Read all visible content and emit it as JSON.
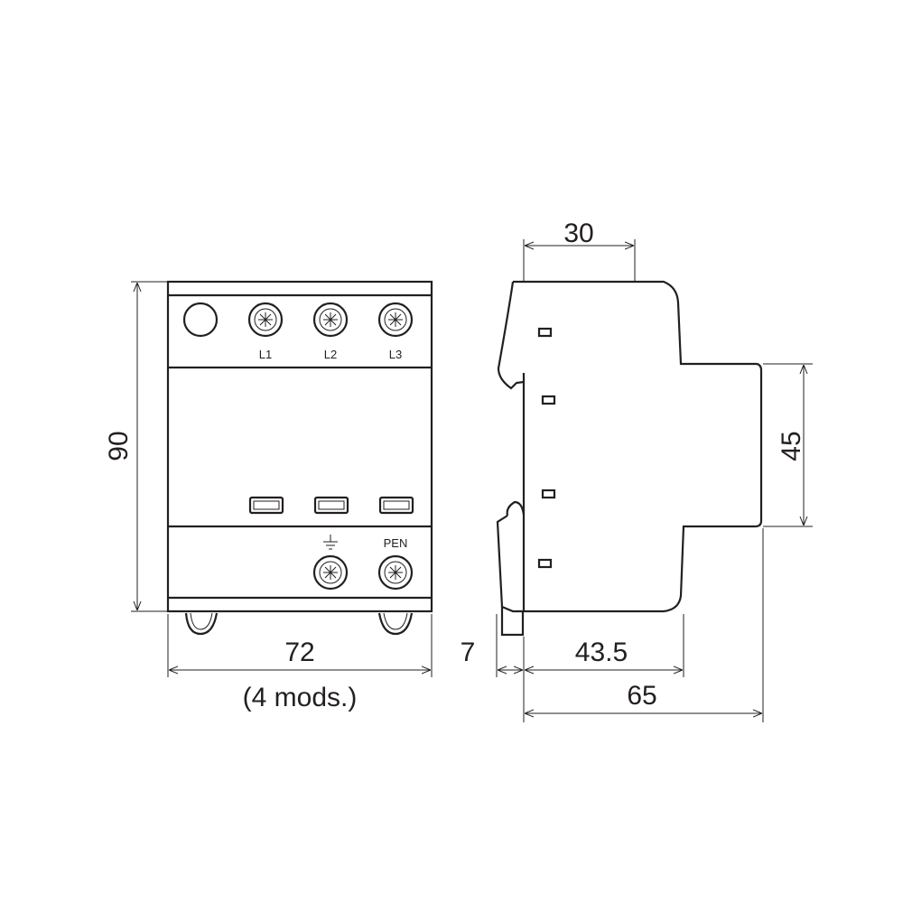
{
  "front_view": {
    "terminal_labels_top": [
      "L1",
      "L2",
      "L3"
    ],
    "terminal_label_pen": "PEN",
    "earth_symbol": "earth-ground-icon"
  },
  "dimensions": {
    "height": "90",
    "width": "72",
    "width_note": "(4 mods.)",
    "top_depth": "30",
    "rail_height": "45",
    "clip_offset": "7",
    "shoulder_depth": "43.5",
    "total_depth": "65"
  }
}
